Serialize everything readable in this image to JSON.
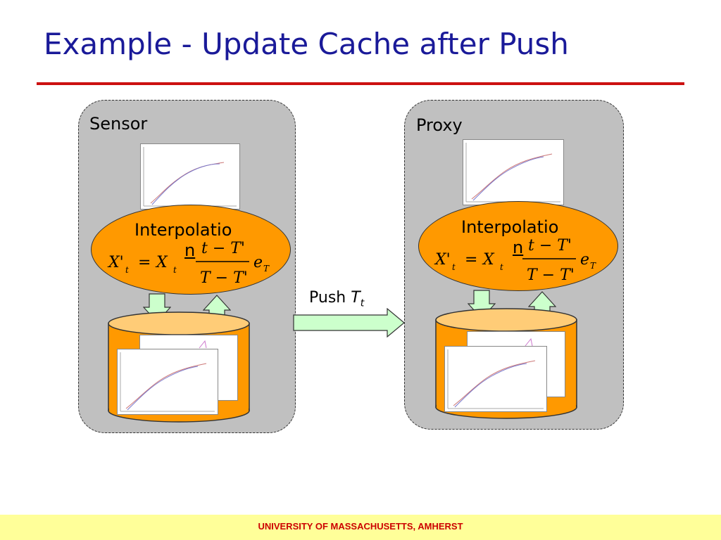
{
  "title": "Example - Update Cache after Push",
  "footer": "UNIVERSITY OF MASSACHUSETTS, AMHERST",
  "colors": {
    "title": "#1a1a99",
    "rule": "#cc1111",
    "panel": "#c0c0c0",
    "orange": "#ff9900",
    "arrow_fill": "#ccffcc",
    "footer_bg": "#ffff99",
    "footer_text": "#cc0000"
  },
  "sensor": {
    "label": "Sensor",
    "interp_label": "Interpolatio",
    "interp_tail": "n"
  },
  "proxy": {
    "label": "Proxy",
    "interp_label": "Interpolatio",
    "interp_tail": "n"
  },
  "formula": {
    "lhs": "X'",
    "lhs_sub": "t",
    "eq": "=",
    "x": "X",
    "x_sub": "t",
    "num": "t − T'",
    "den": "T − T'",
    "e": "e",
    "e_sub": "T"
  },
  "push": {
    "label": "Push",
    "var": "T",
    "var_sub": "t"
  }
}
